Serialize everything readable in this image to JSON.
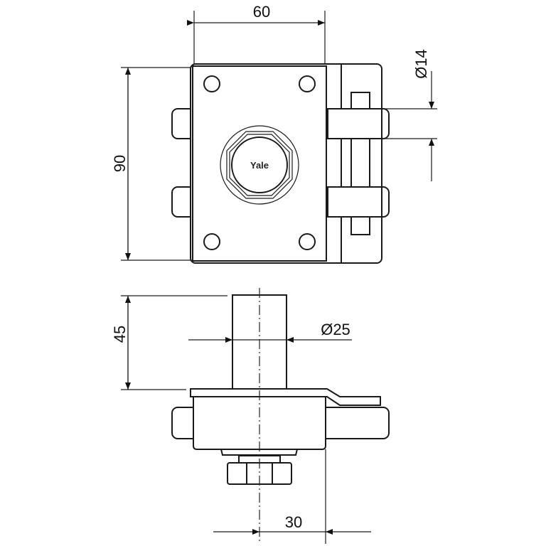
{
  "drawing": {
    "logo_text": "Yale",
    "dimensions": {
      "width_top": "60",
      "height_top": "90",
      "bolt_diameter": "Ø14",
      "cylinder_projection": "45",
      "cylinder_diameter": "Ø25",
      "center_offset": "30"
    }
  }
}
